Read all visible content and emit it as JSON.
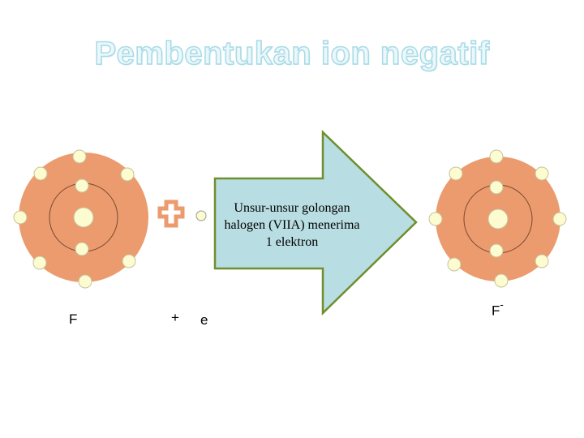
{
  "title": "Pembentukan ion negatif",
  "arrow_text": "Unsur-unsur golongan halogen (VIIA) menerima 1 elektron",
  "labels": {
    "left_atom": "F",
    "plus": "+",
    "electron": "e",
    "ion": "F",
    "ion_charge": "-"
  },
  "colors": {
    "atom_outer": "#eb9b6e",
    "nucleus_electron": "#fdfbd0",
    "arrow_fill": "#b8dde2",
    "plus_sign": "#eb9b6e",
    "title_fill": "#eaf7fb",
    "title_outline": "#a8dbe6"
  }
}
